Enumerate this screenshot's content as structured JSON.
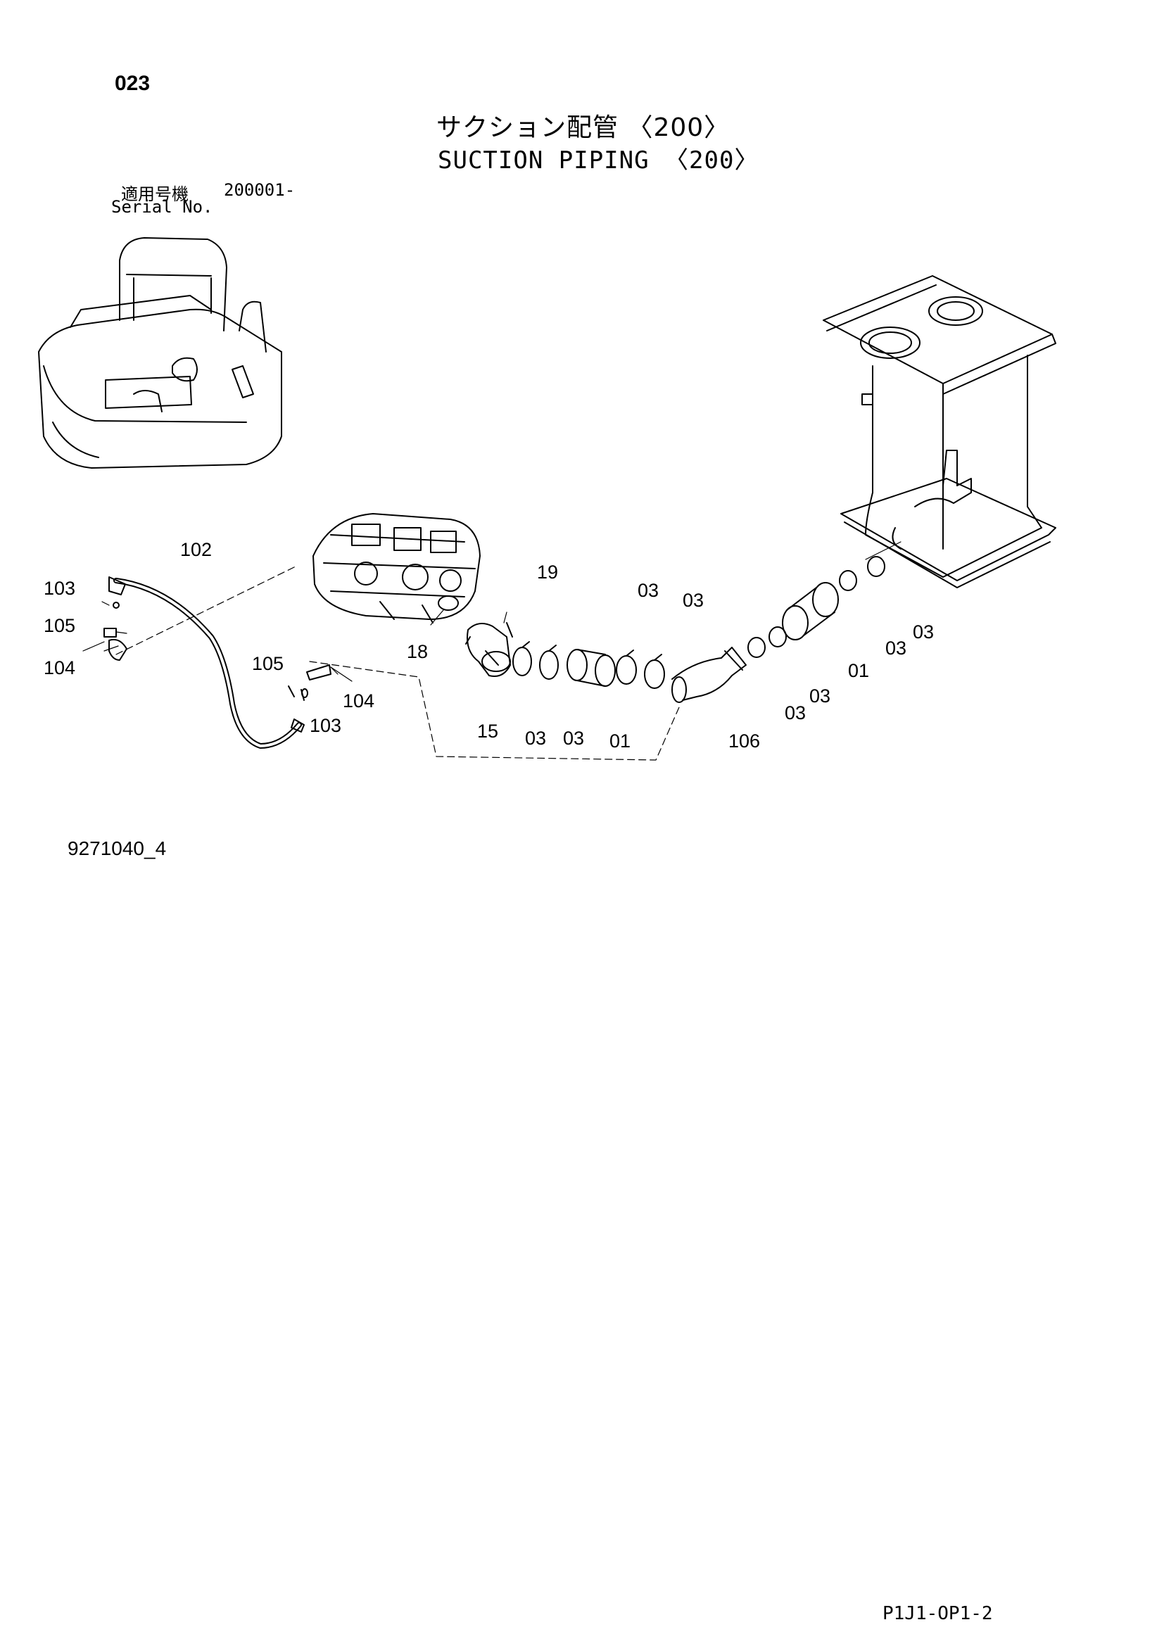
{
  "header": {
    "page_number": "023",
    "title_jp": "サクション配管 〈200〉",
    "title_en": "SUCTION PIPING 〈200〉",
    "serial_label_jp": "適用号機",
    "serial_range": "200001-",
    "serial_label_en": "Serial No."
  },
  "callouts": [
    {
      "id": "c102a",
      "text": "102"
    },
    {
      "id": "c103a",
      "text": "103"
    },
    {
      "id": "c105a",
      "text": "105"
    },
    {
      "id": "c104a",
      "text": "104"
    },
    {
      "id": "c105b",
      "text": "105"
    },
    {
      "id": "c104b",
      "text": "104"
    },
    {
      "id": "c103b",
      "text": "103"
    },
    {
      "id": "c18",
      "text": "18"
    },
    {
      "id": "c19",
      "text": "19"
    },
    {
      "id": "c15",
      "text": "15"
    },
    {
      "id": "c03a",
      "text": "03"
    },
    {
      "id": "c03b",
      "text": "03"
    },
    {
      "id": "c01a",
      "text": "01"
    },
    {
      "id": "c03c",
      "text": "03"
    },
    {
      "id": "c03d",
      "text": "03"
    },
    {
      "id": "c106",
      "text": "106"
    },
    {
      "id": "c03e",
      "text": "03"
    },
    {
      "id": "c03f",
      "text": "03"
    },
    {
      "id": "c01b",
      "text": "01"
    },
    {
      "id": "c03g",
      "text": "03"
    },
    {
      "id": "c03h",
      "text": "03"
    }
  ],
  "footer": {
    "drawing_number": "9271040_4",
    "sheet_code": "P1J1-OP1-2"
  }
}
